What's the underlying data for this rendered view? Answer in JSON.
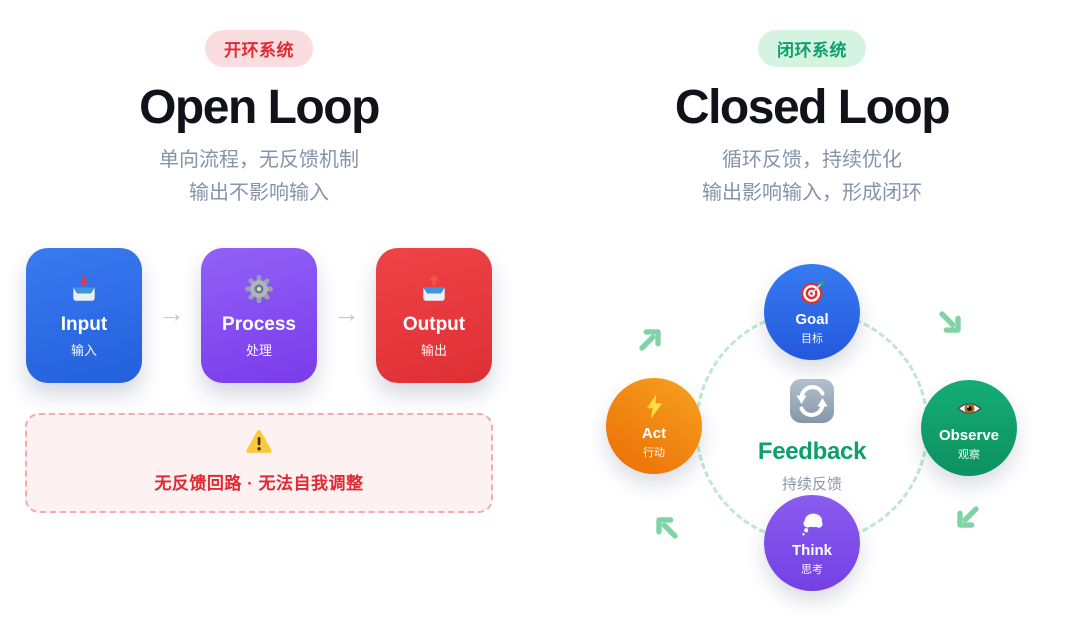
{
  "page": {
    "background": "#FFFFFF"
  },
  "open_loop": {
    "badge": "开环系统",
    "title": "Open Loop",
    "subtitle_line1": "单向流程，无反馈机制",
    "subtitle_line2": "输出不影响输入",
    "arrow_glyph": "→",
    "steps": [
      {
        "label": "Input",
        "sublabel": "输入",
        "icon": "inbox-icon",
        "color": "#2D6CE2"
      },
      {
        "label": "Process",
        "sublabel": "处理",
        "icon": "gear-icon",
        "color": "#8A53F0"
      },
      {
        "label": "Output",
        "sublabel": "输出",
        "icon": "outbox-icon",
        "color": "#E93C40"
      }
    ],
    "warning": {
      "icon": "warning-icon",
      "text": "无反馈回路 · 无法自我调整"
    }
  },
  "closed_loop": {
    "badge": "闭环系统",
    "title": "Closed Loop",
    "subtitle_line1": "循环反馈，持续优化",
    "subtitle_line2": "输出影响输入，形成闭环",
    "cycle_direction": "clockwise",
    "nodes": [
      {
        "label": "Goal",
        "sublabel": "目标",
        "icon": "target-icon",
        "position": "top",
        "color": "#2E6BE6"
      },
      {
        "label": "Observe",
        "sublabel": "观察",
        "icon": "eye-icon",
        "position": "right",
        "color": "#10A06C"
      },
      {
        "label": "Think",
        "sublabel": "思考",
        "icon": "thought-icon",
        "position": "bottom",
        "color": "#7C4BE8"
      },
      {
        "label": "Act",
        "sublabel": "行动",
        "icon": "lightning-icon",
        "position": "left",
        "color": "#F08214"
      }
    ],
    "center": {
      "icon": "refresh-icon",
      "label": "Feedback",
      "sublabel": "持续反馈"
    }
  },
  "colors": {
    "open_badge_bg": "#FBDDE0",
    "open_badge_text": "#E02B33",
    "closed_badge_bg": "#D4F3E1",
    "closed_badge_text": "#0FA06C",
    "title_text": "#101319",
    "subtitle_text": "#8694A9",
    "flow_arrow": "#C2CAD6",
    "warning_bg": "#FDF1F2",
    "warning_border": "#F3ABAF",
    "warning_text": "#DE2B33",
    "cycle_ring": "#BFE8CF",
    "cycle_arrow": "#7FD3A5",
    "feedback_text": "#0E9F6E"
  }
}
